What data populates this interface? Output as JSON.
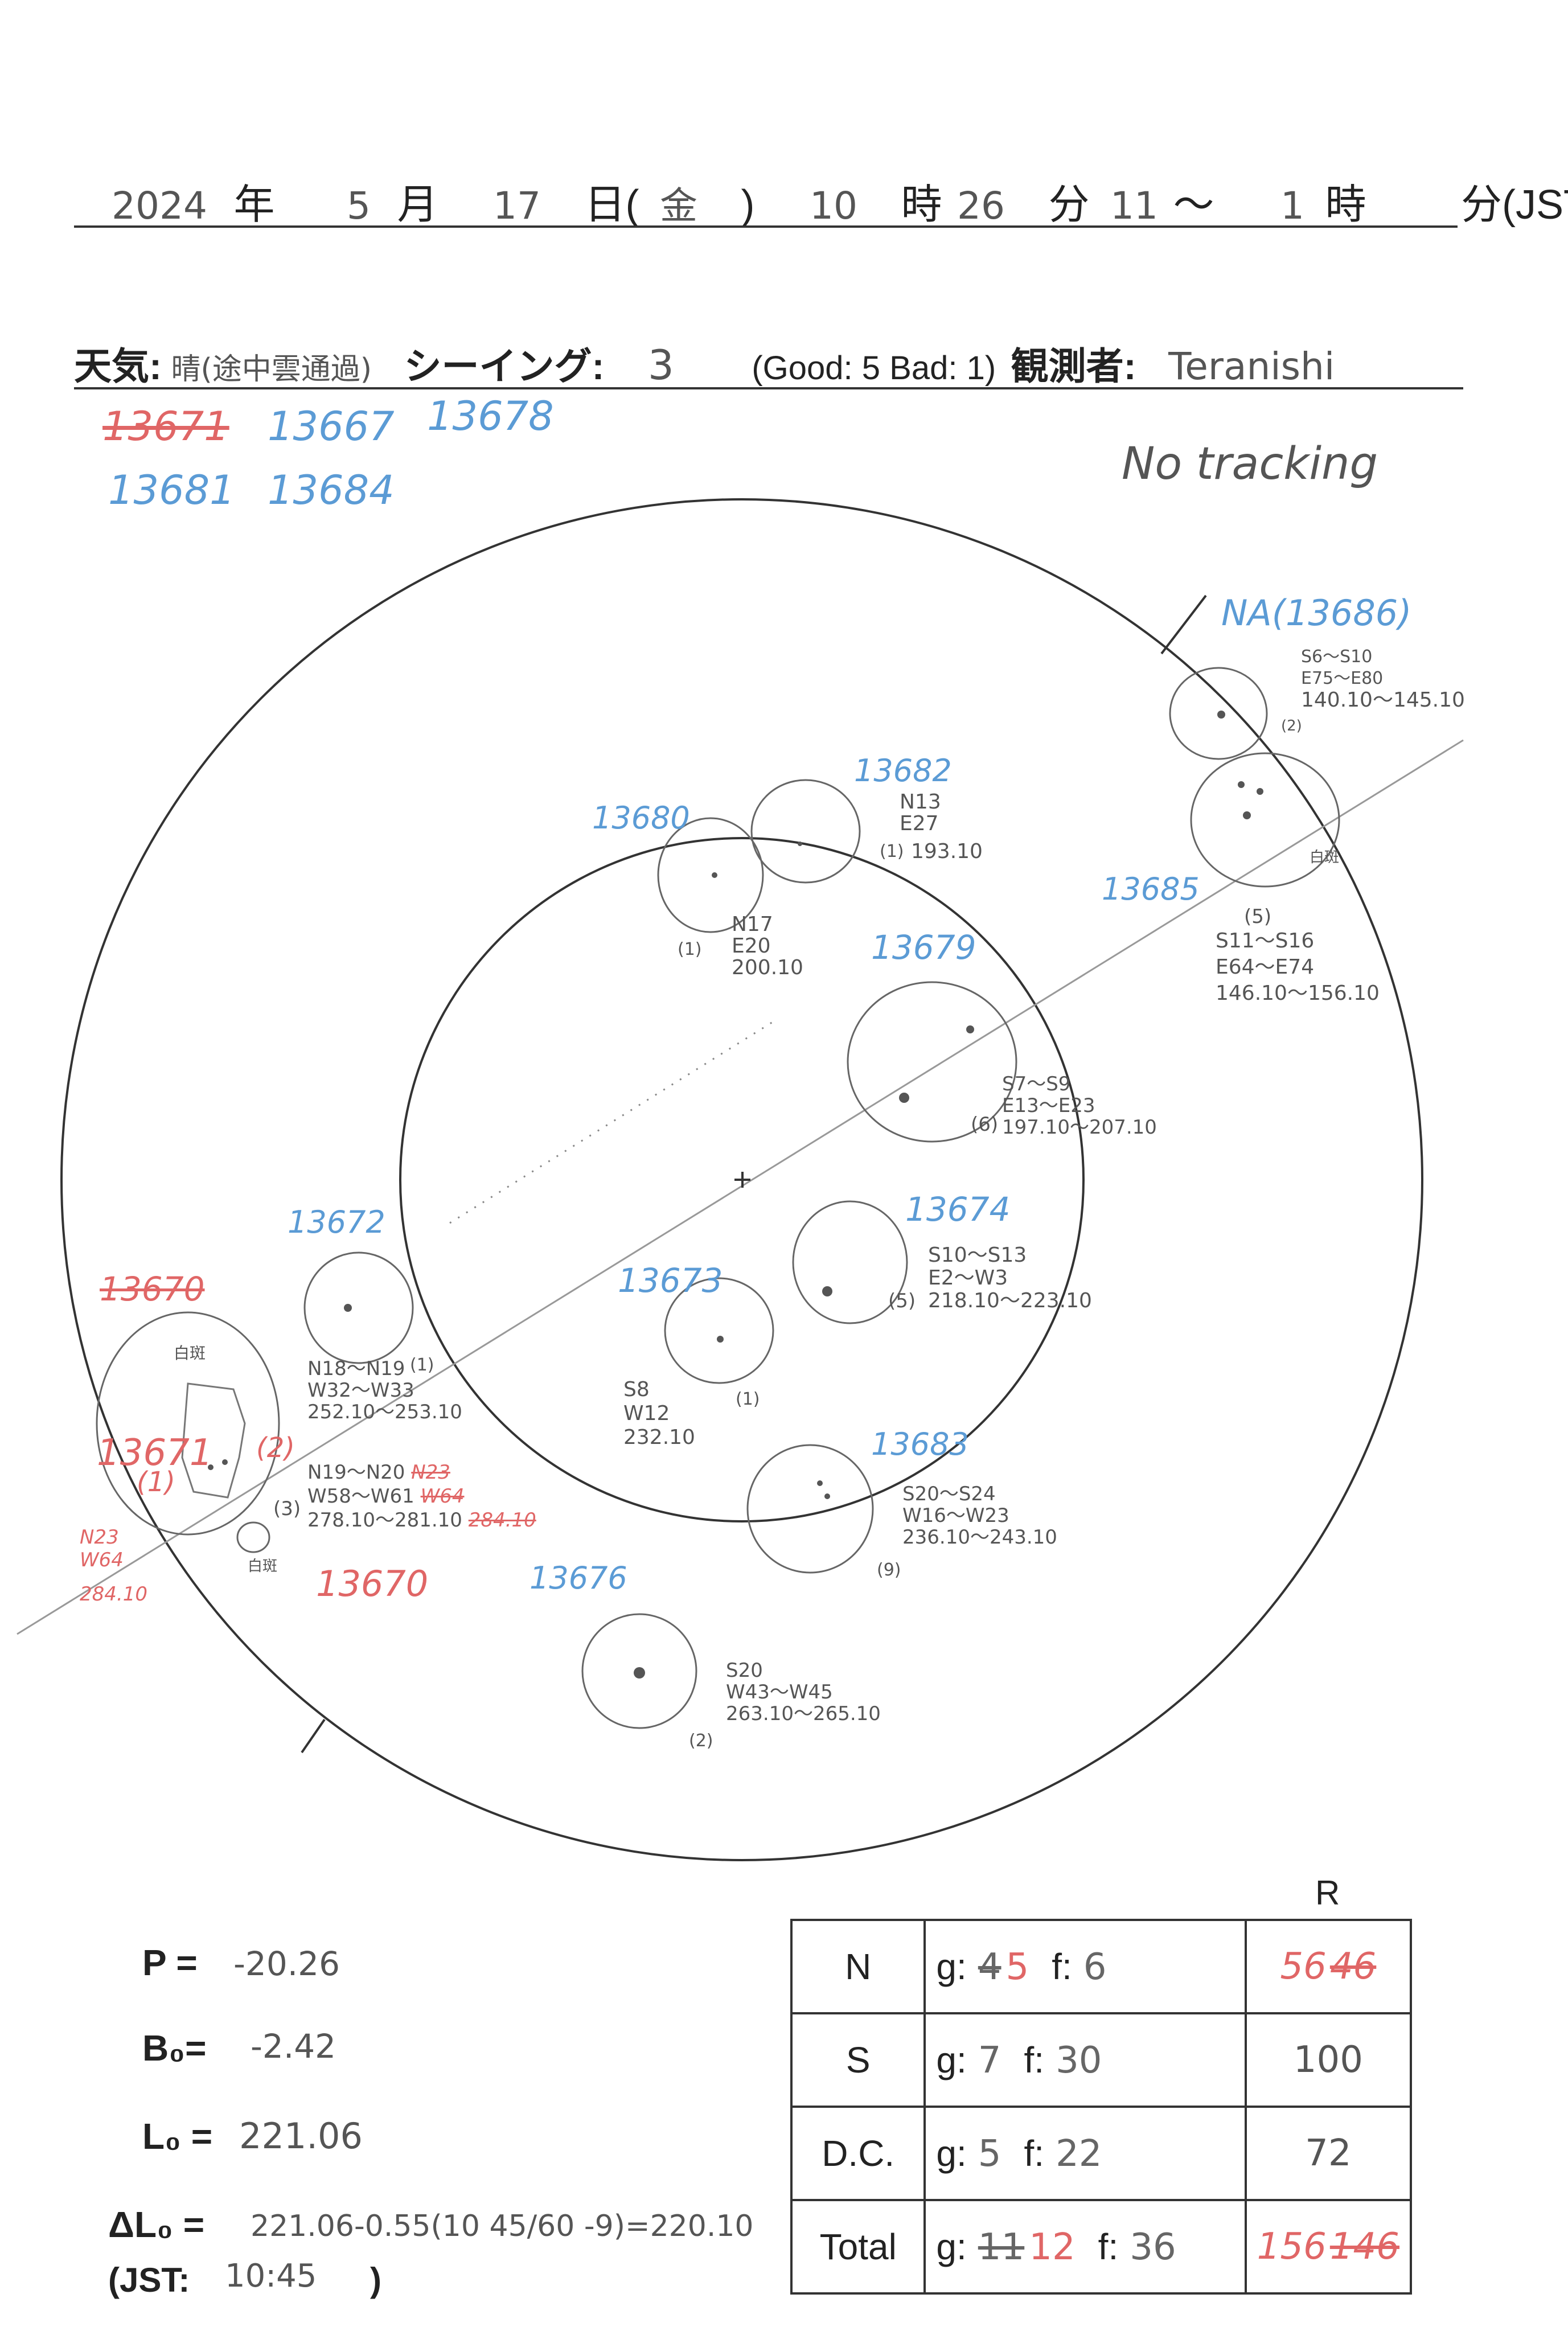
{
  "header": {
    "year": "2024",
    "year_unit": "年",
    "month": "5",
    "month_unit": "月",
    "day": "17",
    "day_unit": "日(",
    "weekday": "金",
    "weekday_close": ")",
    "hour_start": "10",
    "hour_unit": "時",
    "minute_start": "26",
    "minute_unit": "分",
    "second_or_end": "11",
    "tilde": "〜",
    "hour_end": "1",
    "hour_end_unit": "時",
    "minute_end_unit": "分(JST)"
  },
  "weather_row": {
    "weather_label": "天気:",
    "weather_value": "晴(途中雲通過)",
    "seeing_label": "シーイング:",
    "seeing_value": "3",
    "seeing_scale": "(Good: 5 Bad: 1)",
    "observer_label": "観測者:",
    "observer_value": "Teranishi"
  },
  "region_list": {
    "row1": [
      "13671",
      "13667",
      "13678"
    ],
    "row1_struck": "13671",
    "row2": [
      "13681",
      "13684"
    ]
  },
  "note": "No tracking",
  "sunspots": [
    {
      "id": "NA(13686)",
      "lat": "S6〜S10",
      "lon": "E75〜E80",
      "carr": "140.10〜145.10",
      "count": "(2)"
    },
    {
      "id": "13685",
      "lat": "S11〜S16",
      "lon": "E64〜E74",
      "carr": "146.10〜156.10",
      "count": "(5)",
      "note": "白斑"
    },
    {
      "id": "13682",
      "lat": "N13",
      "lon": "E27",
      "carr": "193.10",
      "count": "(1)"
    },
    {
      "id": "13680",
      "lat": "N17",
      "lon": "E20",
      "carr": "200.10",
      "count": "(1)"
    },
    {
      "id": "13679",
      "lat": "S7〜S9",
      "lon": "E13〜E23",
      "carr": "197.10〜207.10",
      "count": "(6)"
    },
    {
      "id": "13674",
      "lat": "S10〜S13",
      "lon": "E2〜W3",
      "carr": "218.10〜223.10",
      "count": "(5)"
    },
    {
      "id": "13673",
      "lat": "S8",
      "lon": "W12",
      "carr": "232.10",
      "count": "(1)"
    },
    {
      "id": "13672",
      "lat": "N18〜N19",
      "lon": "W32〜W33",
      "carr": "252.10〜253.10",
      "count": "(1)"
    },
    {
      "id": "13683",
      "lat": "S20〜S24",
      "lon": "W16〜W23",
      "carr": "236.10〜243.10",
      "count": "(9)"
    },
    {
      "id": "13676",
      "lat": "S20",
      "lon": "W43〜W45",
      "carr": "263.10〜265.10",
      "count": "(2)"
    }
  ],
  "region_13670": {
    "struck_id": "13670",
    "new_id": "13670",
    "white_spot": "白斑",
    "lat": "N19〜N20",
    "lat_struck": "N23",
    "lon": "W58〜W61",
    "lon_struck": "W64",
    "carr": "278.10〜281.10",
    "carr_struck": "284.10",
    "count": "(3)",
    "red_label_13671": "13671",
    "red_count": "(1)",
    "red_count2": "(2)",
    "red_lat": "N23",
    "red_lon": "W64",
    "red_carr": "284.10",
    "small_white_spot": "白斑"
  },
  "params": {
    "p_label": "P =",
    "p_value": "-20.26",
    "b_label": "B₀=",
    "b_value": "-2.42",
    "l_label": "L₀ =",
    "l_value": "221.06",
    "dl_label": "ΔL₀ =",
    "dl_value": "221.06-0.55(10 45/60 -9)=220.10",
    "jst_label": "(JST:",
    "jst_value": "10:45",
    "jst_close": ")"
  },
  "table": {
    "r_header": "R",
    "rows": [
      {
        "label": "N",
        "g_label": "g:",
        "g_value": "5",
        "g_struck": "4",
        "f_label": "f:",
        "f_value": "6",
        "r_value": "56",
        "r_struck": "46"
      },
      {
        "label": "S",
        "g_label": "g:",
        "g_value": "7",
        "f_label": "f:",
        "f_value": "30",
        "r_value": "100"
      },
      {
        "label": "D.C.",
        "g_label": "g:",
        "g_value": "5",
        "f_label": "f:",
        "f_value": "22",
        "r_value": "72"
      },
      {
        "label": "Total",
        "g_label": "g:",
        "g_value": "12",
        "g_struck": "11",
        "f_label": "f:",
        "f_value": "36",
        "r_value": "156",
        "r_struck": "146"
      }
    ]
  }
}
